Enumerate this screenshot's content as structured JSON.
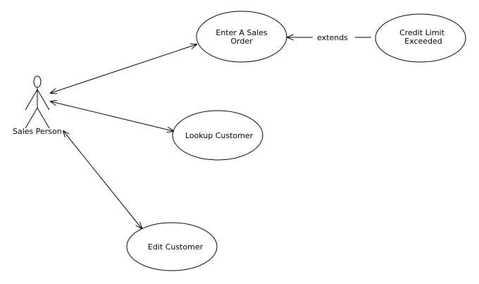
{
  "diagram": {
    "actor": {
      "label": "Sales Person"
    },
    "use_cases": {
      "enter_sales_order": {
        "line1": "Enter A Sales",
        "line2": "Order"
      },
      "credit_limit_exceeded": {
        "line1": "Credit Limit",
        "line2": "Exceeded"
      },
      "lookup_customer": {
        "label": "Lookup Customer"
      },
      "edit_customer": {
        "label": "Edit Customer"
      }
    },
    "relationships": {
      "extends_label": "extends"
    }
  }
}
